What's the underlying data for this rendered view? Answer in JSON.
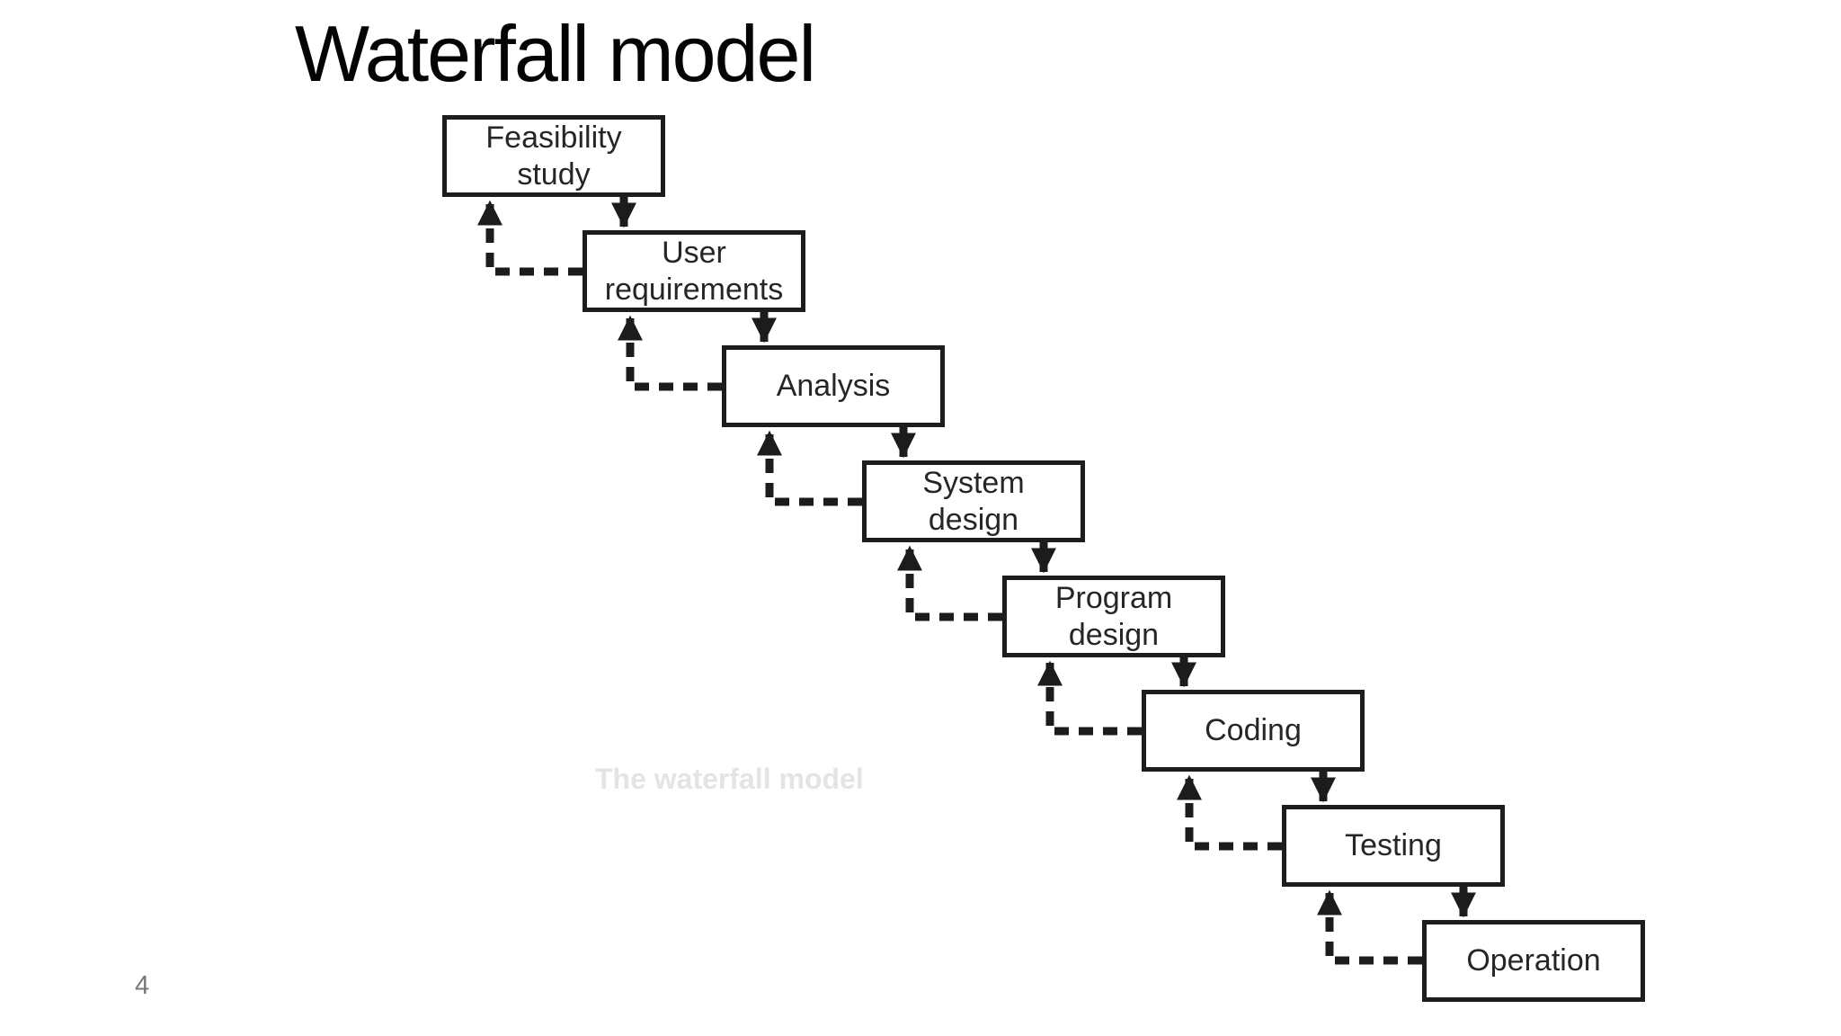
{
  "slide": {
    "title": "Waterfall model",
    "watermark": "The waterfall model",
    "page_number": "4"
  },
  "diagram": {
    "type": "flowchart",
    "description": "Waterfall software process model: staircase of stage boxes, solid arrows flow forward/down to the next stage, dashed arrows feed back up to the previous stage",
    "stages": [
      {
        "name": "Feasibility study",
        "label": "Feasibility\nstudy"
      },
      {
        "name": "User requirements",
        "label": "User\nrequirements"
      },
      {
        "name": "Analysis",
        "label": "Analysis"
      },
      {
        "name": "System design",
        "label": "System\ndesign"
      },
      {
        "name": "Program design",
        "label": "Program\ndesign"
      },
      {
        "name": "Coding",
        "label": "Coding"
      },
      {
        "name": "Testing",
        "label": "Testing"
      },
      {
        "name": "Operation",
        "label": "Operation"
      }
    ],
    "forward_edges": [
      [
        0,
        1
      ],
      [
        1,
        2
      ],
      [
        2,
        3
      ],
      [
        3,
        4
      ],
      [
        4,
        5
      ],
      [
        5,
        6
      ],
      [
        6,
        7
      ]
    ],
    "feedback_edges": [
      [
        1,
        0
      ],
      [
        2,
        1
      ],
      [
        3,
        2
      ],
      [
        4,
        3
      ],
      [
        5,
        4
      ],
      [
        6,
        5
      ],
      [
        7,
        6
      ]
    ],
    "colors": {
      "background": "#ffffff",
      "box_fill": "#ffffff",
      "box_border": "#1d1d1d",
      "label_text": "#262626",
      "arrow": "#1c1c1c",
      "watermark": "#e4e4e4",
      "page_number": "#787878"
    }
  }
}
